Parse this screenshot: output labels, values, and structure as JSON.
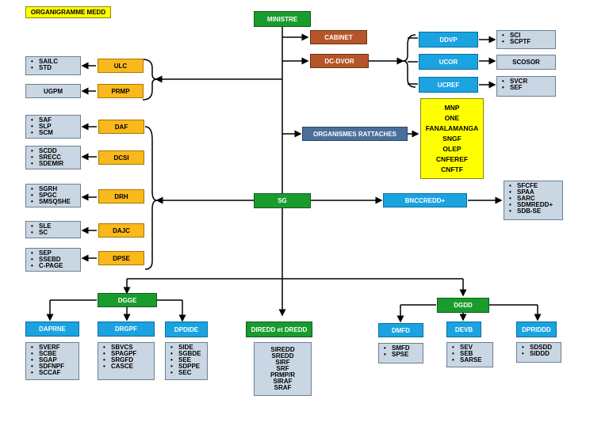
{
  "title": "ORGANIGRAMME MEDD",
  "ministre": "MINISTRE",
  "cabinet": "CABINET",
  "dcdvor": "DC-DVOR",
  "ddvp": {
    "label": "DDVP",
    "items": [
      "SCI",
      "SCPTF"
    ]
  },
  "ucor": {
    "label": "UCOR",
    "items": [
      "SCOSOR"
    ]
  },
  "ucref": {
    "label": "UCREF",
    "items": [
      "SVCR",
      "SEF"
    ]
  },
  "ulc": {
    "label": "ULC",
    "items": [
      "SAILC",
      "STD"
    ]
  },
  "prmp": {
    "label": "PRMP",
    "items": [
      "UGPM"
    ]
  },
  "organismes": {
    "label": "ORGANISMES RATTACHES",
    "items": [
      "MNP",
      "ONE",
      "FANALAMANGA",
      "SNGF",
      "OLEP",
      "CNFEREF",
      "CNFTF"
    ]
  },
  "daf": {
    "label": "DAF",
    "items": [
      "SAF",
      "SLP",
      "SCM"
    ]
  },
  "dcsi": {
    "label": "DCSI",
    "items": [
      "SCDD",
      "SRECC",
      "SDEMIR"
    ]
  },
  "drh": {
    "label": "DRH",
    "items": [
      "SGRH",
      "SPGC",
      "SMSQSHE"
    ]
  },
  "dajc": {
    "label": "DAJC",
    "items": [
      "SLE",
      "SC"
    ]
  },
  "dpse": {
    "label": "DPSE",
    "items": [
      "SEP",
      "SSEBD",
      "C-PAGE"
    ]
  },
  "sg": "SG",
  "bnccredd": {
    "label": "BNCCREDD+",
    "items": [
      "SFCFE",
      "SPAA",
      "SARC",
      "SDMREDD+",
      "SDB-SE"
    ]
  },
  "dgge": "DGGE",
  "daprne": {
    "label": "DAPRNE",
    "items": [
      "SVERF",
      "SCBE",
      "SGAP",
      "SDFNPF",
      "SCCAF"
    ]
  },
  "drgpf": {
    "label": "DRGPF",
    "items": [
      "SBVCS",
      "SPAGPF",
      "SRGFD",
      "CASCE"
    ]
  },
  "dpdide": {
    "label": "DPDIDE",
    "items": [
      "SIDE",
      "SGBDE",
      "SEE",
      "SDPPE",
      "SEC"
    ]
  },
  "diredd": {
    "label": "DIREDD et DREDD",
    "items": [
      "SIREDD",
      "SREDD",
      "SIRF",
      "SRF",
      "PRMP/R",
      "SIRAF",
      "SRAF"
    ]
  },
  "dgdd": "DGDD",
  "dmfd": {
    "label": "DMFD",
    "items": [
      "SMFD",
      "SPSE"
    ]
  },
  "devb": {
    "label": "DEVB",
    "items": [
      "SEV",
      "SEB",
      "SARSE"
    ]
  },
  "dpriddd": {
    "label": "DPRIDDD",
    "items": [
      "SDSDD",
      "SIDDD"
    ]
  }
}
